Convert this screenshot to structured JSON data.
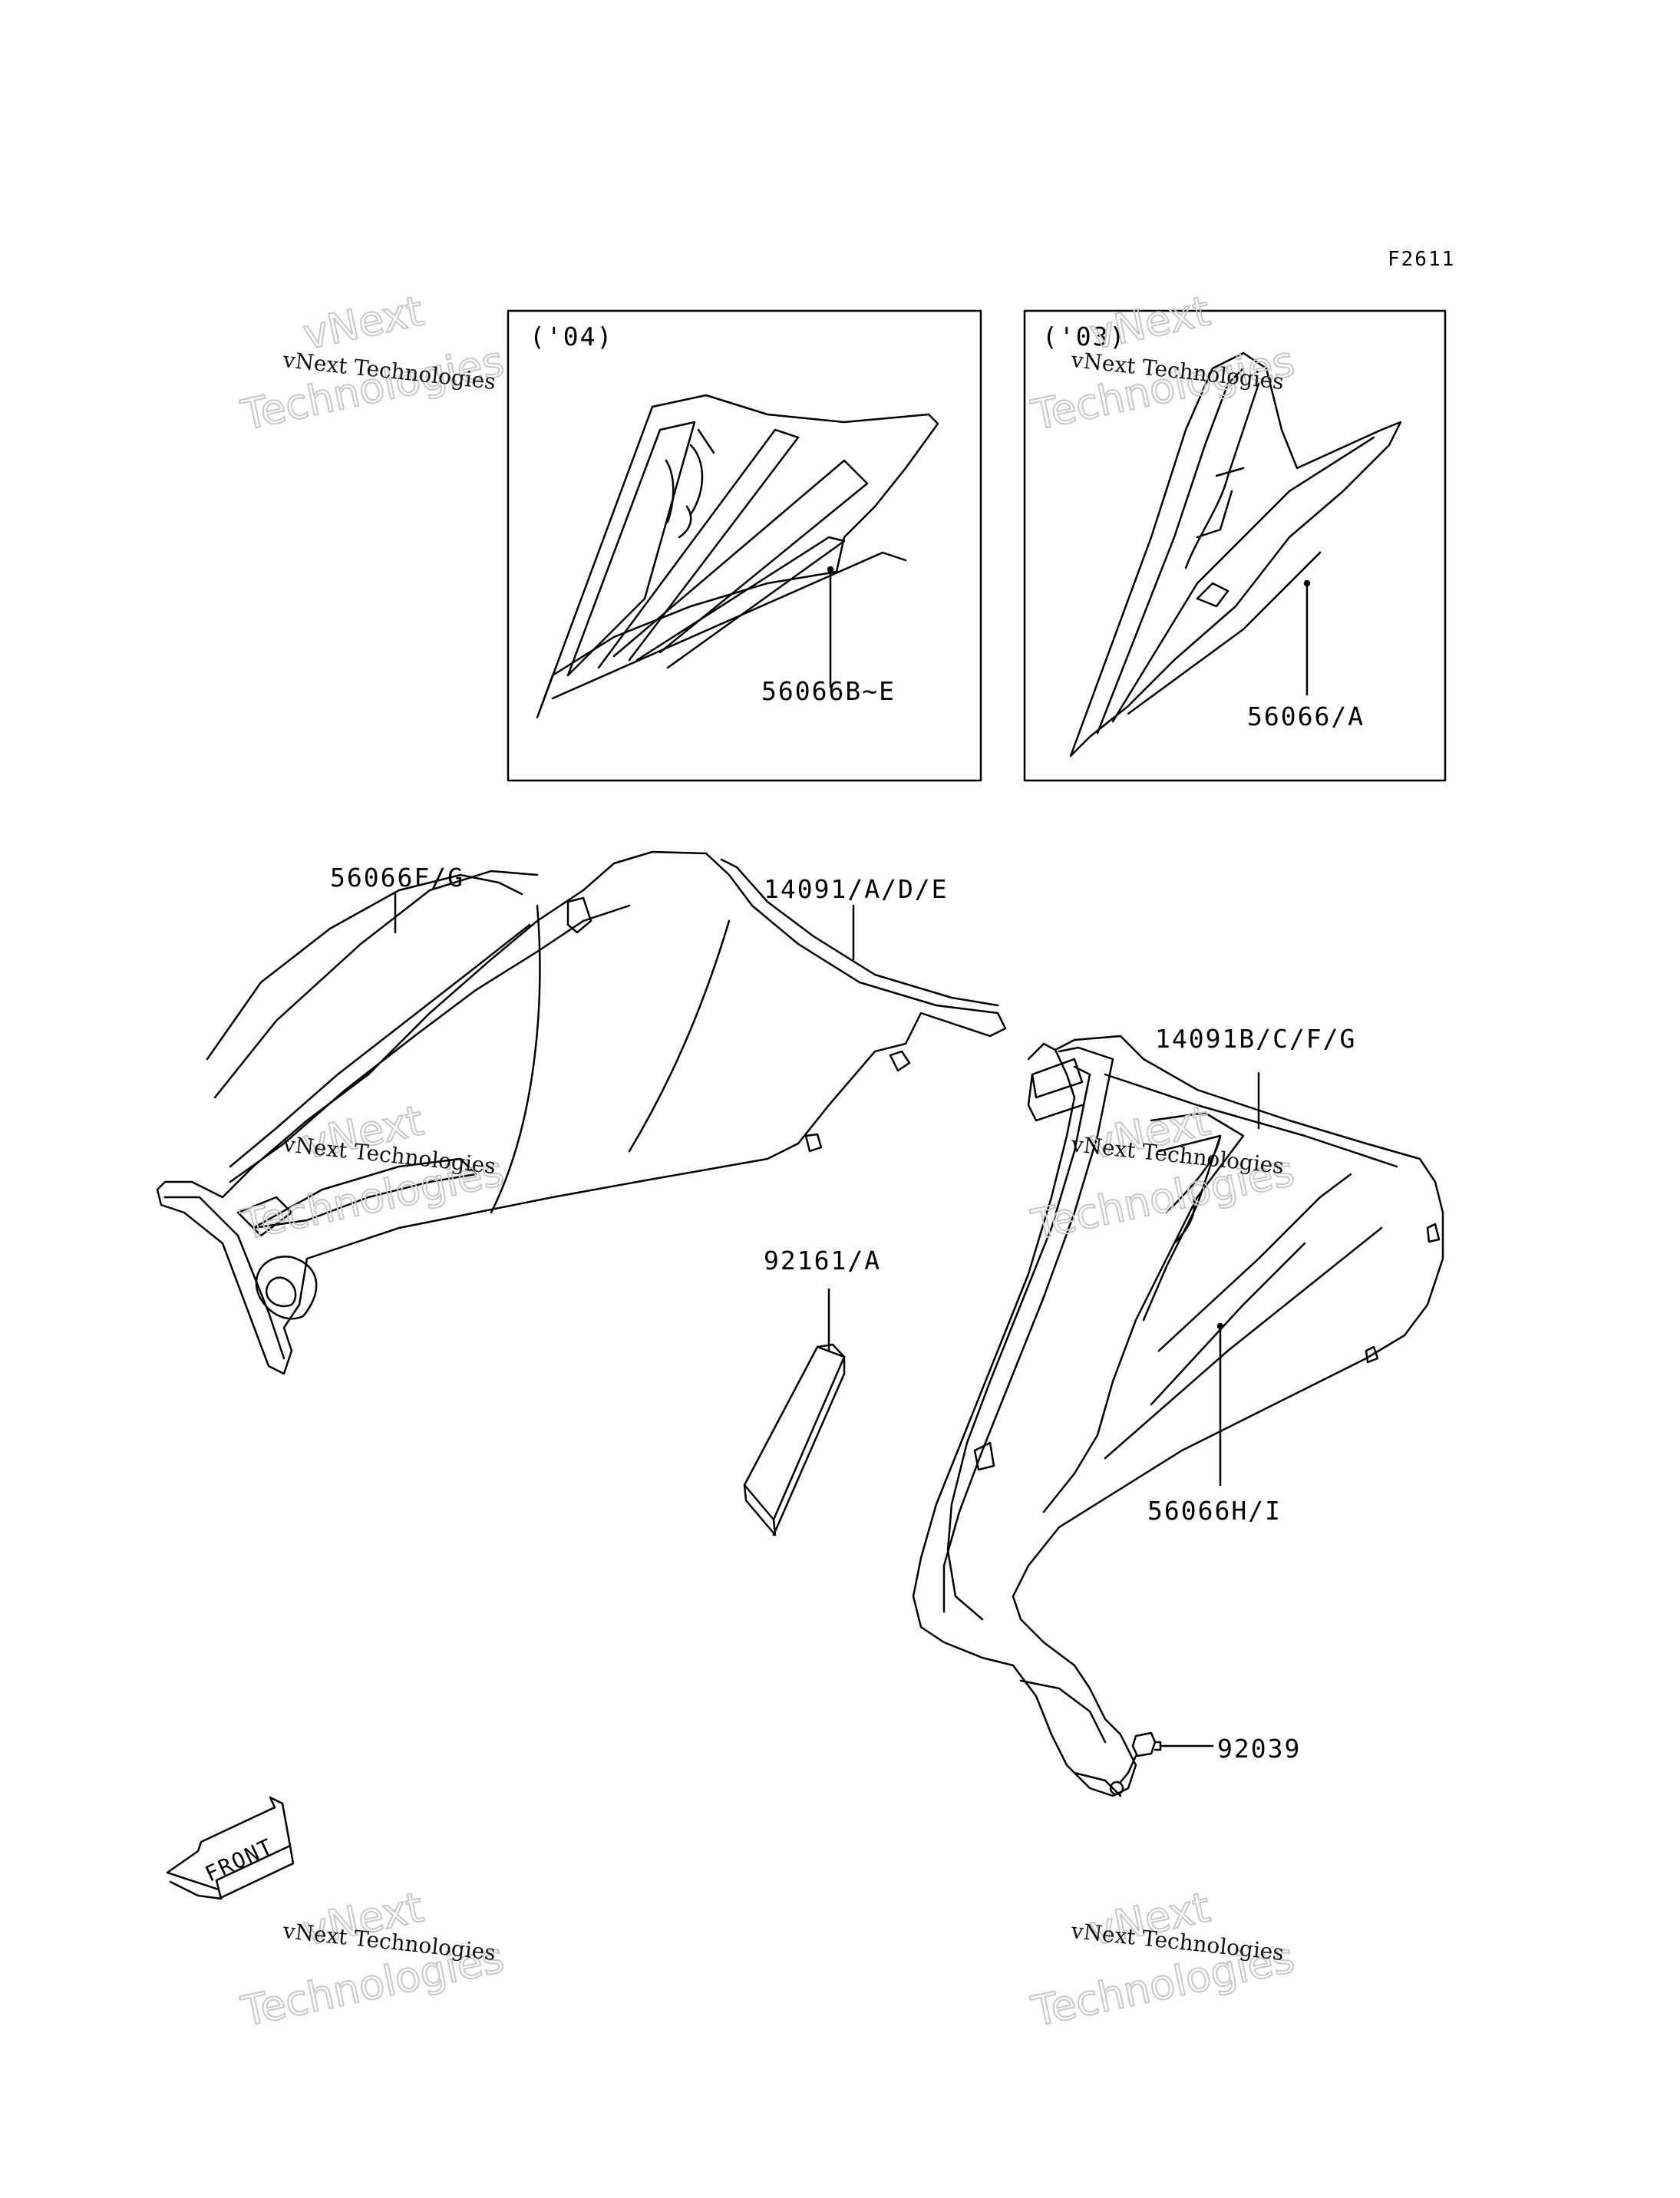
{
  "figure_code": "F2611",
  "inset_2004": {
    "year_label": "('04)",
    "part_label": "56066B~E"
  },
  "inset_2003": {
    "year_label": "('03)",
    "part_label": "56066/A"
  },
  "parts": {
    "left_cover_decal": "56066F/G",
    "left_cover": "14091/A/D/E",
    "right_cover": "14091B/C/F/G",
    "pad": "92161/A",
    "right_cover_decal": "56066H/I",
    "clip": "92039"
  },
  "front_arrow_label": "FRONT",
  "watermark": {
    "small_text": "vNext Technologies",
    "large_word_1": "vNext",
    "large_word_2": "Technologies"
  }
}
